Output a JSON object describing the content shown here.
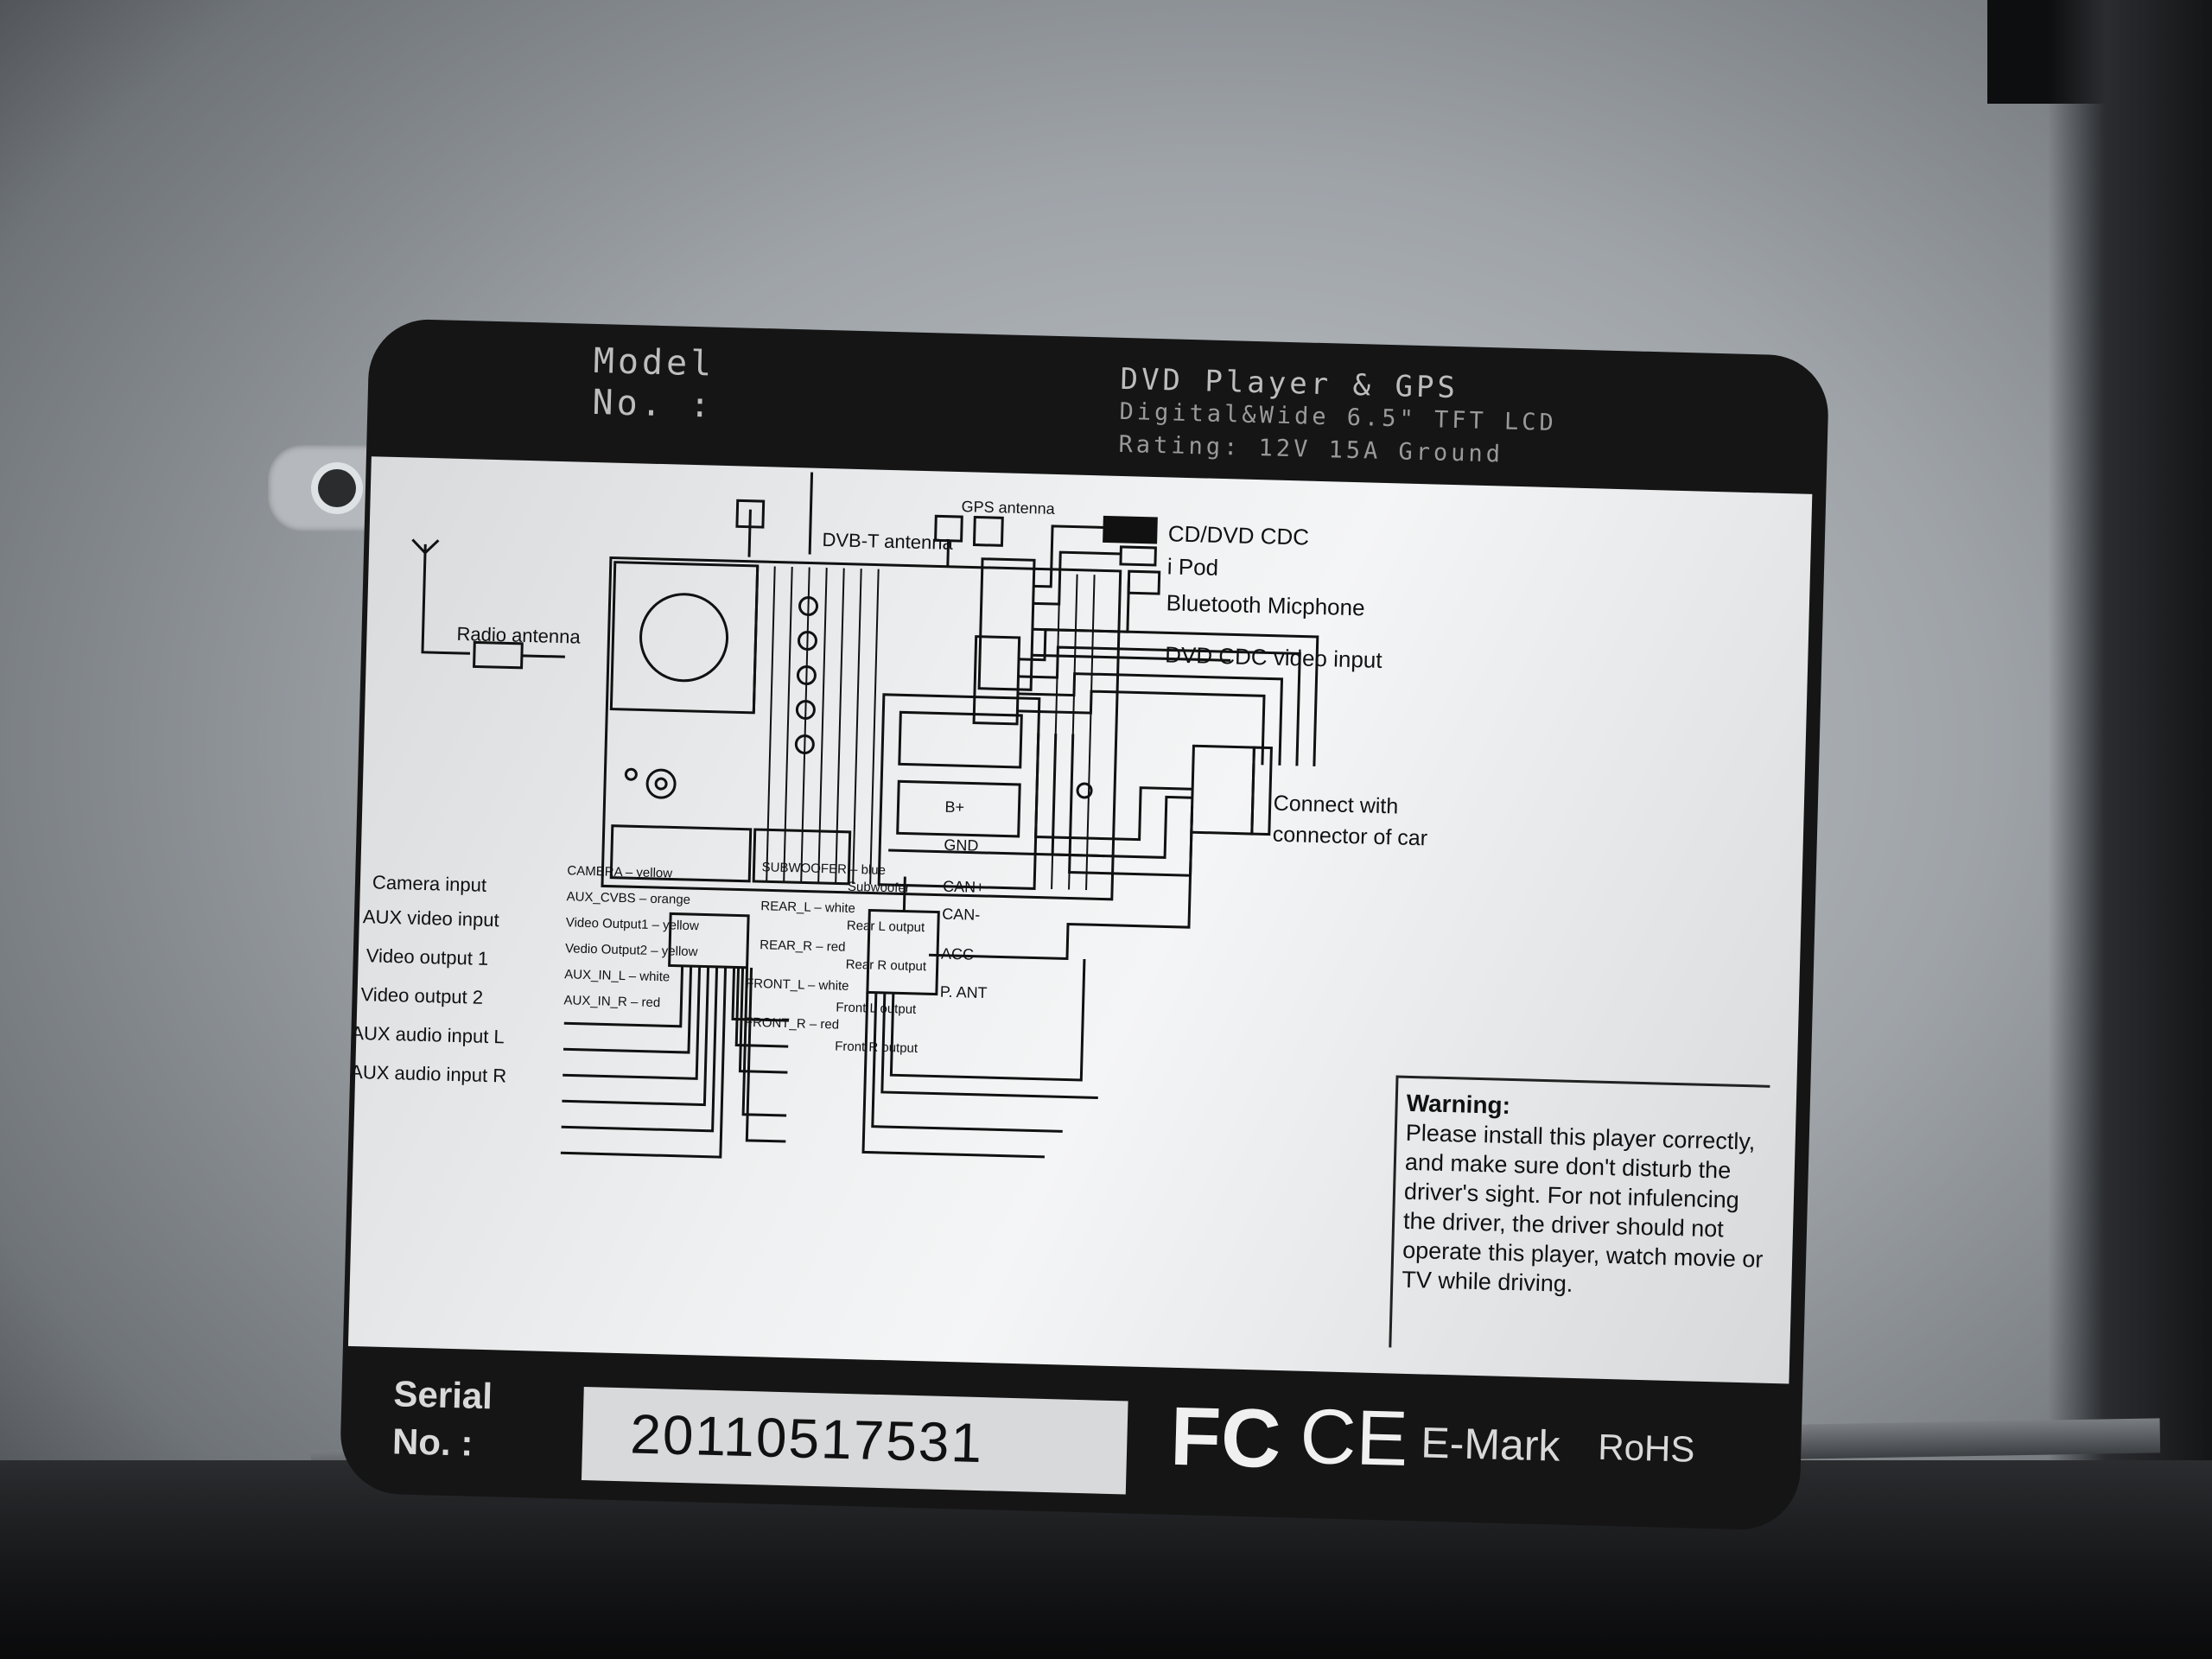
{
  "header": {
    "model_label": "Model",
    "model_no_label": "No. :",
    "product": "DVD Player & GPS",
    "display": "Digital&Wide 6.5\" TFT LCD",
    "rating": "Rating: 12V   15A  Ground"
  },
  "antennas": {
    "dvbt": "DVB-T antenna",
    "gps": "GPS antenna",
    "radio": "Radio antenna"
  },
  "right_inputs": {
    "cdc": "CD/DVD CDC",
    "ipod": "i Pod",
    "bluetooth": "Bluetooth Micphone",
    "dvd_cdc_video": "DVD CDC video input"
  },
  "car_connector": {
    "line1": "Connect with",
    "line2": "connector of car"
  },
  "power_wires": [
    "B+",
    "GND",
    "CAN+",
    "CAN-",
    "ACC",
    "P. ANT"
  ],
  "left_io": {
    "labels": [
      "Camera input",
      "AUX video input",
      "Video output 1",
      "Video output 2",
      "AUX audio input L",
      "AUX audio input R"
    ],
    "wires": [
      "CAMERA – yellow",
      "AUX_CVBS – orange",
      "Video Output1 – yellow",
      "Vedio Output2 – yellow",
      "AUX_IN_L – white",
      "AUX_IN_R – red"
    ]
  },
  "right_io": {
    "wires": [
      "SUBWOOFER – blue",
      "REAR_L – white",
      "REAR_R – red",
      "FRONT_L – white",
      "FRONT_R – red"
    ],
    "labels": [
      "Subwoofer",
      "Rear L output",
      "Rear R output",
      "Front L output",
      "Front R output"
    ]
  },
  "warning": {
    "title": "Warning:",
    "text": "Please install this player correctly, and make sure don't disturb the driver's sight. For not infulencing the driver, the driver should not operate this player, watch movie or TV while driving."
  },
  "footer": {
    "serial_label_1": "Serial",
    "serial_label_2": "No. :",
    "serial_number": "20110517531",
    "marks": [
      "FC",
      "CE",
      "E-Mark",
      "RoHS"
    ]
  }
}
